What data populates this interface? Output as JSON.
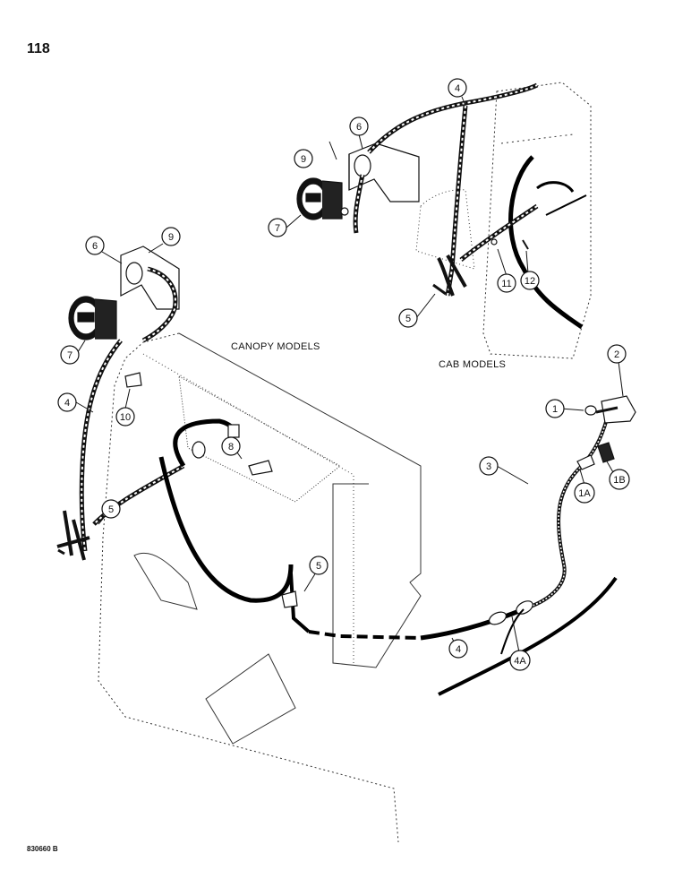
{
  "page": {
    "number": "118",
    "figure_id": "830660 B"
  },
  "labels": {
    "canopy": "CANOPY MODELS",
    "cab": "CAB MODELS"
  },
  "callouts": {
    "c1": "1",
    "c1a": "1A",
    "c1b": "1B",
    "c2": "2",
    "c3": "3",
    "c4_top": "4",
    "c4_left": "4",
    "c4_bottom": "4",
    "c4a": "4A",
    "c5_cab": "5",
    "c5_left": "5",
    "c5_center": "5",
    "c6_cab": "6",
    "c6_canopy": "6",
    "c7_cab": "7",
    "c7_canopy": "7",
    "c8": "8",
    "c9_cab": "9",
    "c9_canopy": "9",
    "c10": "10",
    "c11": "11",
    "c12": "12"
  }
}
